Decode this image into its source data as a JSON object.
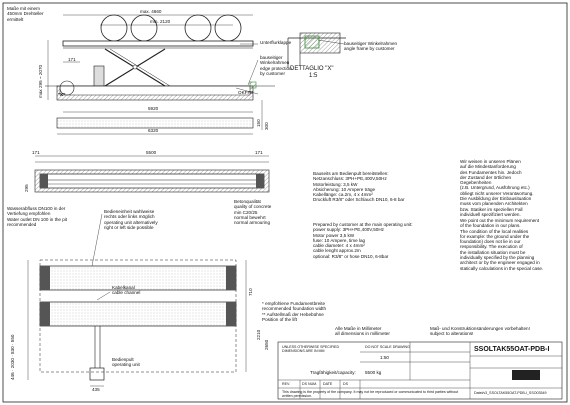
{
  "top_note": "Maße mit einem\n450mm Drehteller\nermittelt",
  "dims": {
    "max_width": "max. 4660",
    "min_width": "min. 2120",
    "d171a": "171",
    "d5920": "5920",
    "d6320": "6320",
    "d171b": "171",
    "d5500": "5500",
    "d171c": "171",
    "h_max": "max 295 ~ 2070",
    "h150": "150",
    "h300": "300",
    "h295": "295",
    "h_bottom": "446 · 2030 · 830 · 550",
    "h710": "710",
    "h2210": "2210",
    "h2650": "2650",
    "d435": "435"
  },
  "labels": {
    "unterflurklappe": "Unterflurklappe",
    "edge_protection": "bauseitiger\nWinkelrahmen\nedge protection\nby customer",
    "okffb": "OKFFB",
    "x_marker": "\"X\"",
    "detail_title": "DETTAGLIO \"X\"",
    "detail_scale": "1:5",
    "detail_note": "bauseitiger Winkelrahmen\nangle frame by customer",
    "concrete": "Betonqualität\nquality of concrete\nmin C20/25\nnormal bewehrt\nnormal armouring",
    "drain": "Wasserabfluss DN100 in der\nVertiefung empfohlen\nWater outlet DN 100 in the pit\nrecommended",
    "control_unit_side": "Bedieneinheit wahlweise\nrechts oder links möglich\noperating unit alternatively\nright or left side possible",
    "cable_channel": "Kabelkanal\ncable channel",
    "operating_unit": "Bedienpult\noperating unit",
    "foundation_note": "* empfohlene Fundamentbreite\nrecommended foundation width\n** Aufstellmaß der Hebebühne\nPosition of the lift",
    "customer_de": "Bauseits am Bedienpult bereitstellen:\nNetzanschluss: 3PH+PE,400V,50Hz\nMotorleistung: 3,5 kW\nAbsicherung: 10 Ampere träge\nKabellänge: ca.2m, 4 x 4mm²\nDruckluft R3/8\" oder Schlauch DN10, 6-8 bar",
    "customer_en": "Prepared by customer at the main operating unit:\npower supply: 3PH+PE,400V,50Hz\nMotor power 3,5 kW\nfuse: 10 Ampere, time lag\ncable diameter: 4 x 4mm²\ncable lenght approx.2m\noptional: R3/8\" or hose DN10, 6-8bar",
    "right_de": "Wir weisen in unseren Plänen\nauf die Mindestanforderung\ndes Fundamentes hin. Jedoch\nder Zustand der örtlichen\nGegebenheiten\n(z.B. Untergrund, Ausführung etc.)\nobliegt nicht unserer Verantwortung.\nDie Ausbildung der Einbausituation\nmuss vom planenden Architekten\nbzw. Statiker im speziellen Fall\nindividuell spezifiziert werden.",
    "right_en": "We point out the minimum requirement\nof the foundation in our plans.\nThe condition of the local realities\nfor example: the ground under the\nfoundation) does not lie in our\nresponsibility. The execution of\nthe installation situation must be\nindividually specified by the planning\narchitect or by the engineer engaged in\nstatically calculations in the special case.",
    "mm_note": "Alle Maße in Millimeter\nall dimensions in millimeter",
    "changes_note": "Maß- und Konstruktionsänderungen vorbehalten!\nsubject to alterations!"
  },
  "title_block": {
    "drawing_no": "SSOLTAK55OAT-PDB-I",
    "capacity": "Tragfähigkeit/capacity:",
    "capacity_val": "5500 kg",
    "file_name": "Datei/v3_SSOLTAK55OAT-PDB-I_SSO03549",
    "rev_cols": [
      "REV.",
      "DS NUM.",
      "DATE",
      "DS"
    ],
    "box_text_a": "UNLESS OTHERWISE SPECIFIED\nDIMENSIONS ARE IN MM",
    "box_text_b": "DO NOT SCALE DRAWING",
    "scale_box": "1:50",
    "fine_print": "This drawing is the property of the company. It may not be reproduced or communicated to third parties without written permission."
  }
}
